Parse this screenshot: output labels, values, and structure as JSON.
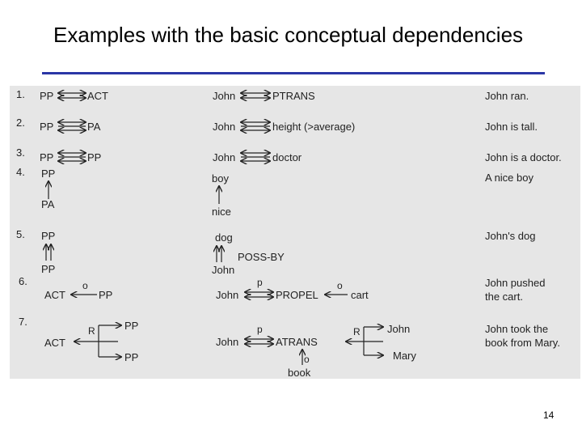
{
  "slide": {
    "title": "Examples with the basic conceptual dependencies",
    "page_number": "14"
  },
  "rows": {
    "r1": {
      "num": "1.",
      "left_a": "PP",
      "left_b": "ACT",
      "mid_a": "John",
      "mid_b": "PTRANS",
      "gloss": "John ran."
    },
    "r2": {
      "num": "2.",
      "left_a": "PP",
      "left_b": "PA",
      "mid_a": "John",
      "mid_b": "height (>average)",
      "gloss": "John is tall."
    },
    "r3": {
      "num": "3.",
      "left_a": "PP",
      "left_b": "PP",
      "mid_a": "John",
      "mid_b": "doctor",
      "gloss": "John is a doctor."
    },
    "r4": {
      "num": "4.",
      "left_top": "PP",
      "left_bottom": "PA",
      "mid_top": "boy",
      "mid_bottom": "nice",
      "gloss": "A nice boy"
    },
    "r5": {
      "num": "5.",
      "left_top": "PP",
      "left_bottom": "PP",
      "mid_top": "dog",
      "mid_label": "POSS-BY",
      "mid_bottom": "John",
      "gloss": "John's dog"
    },
    "r6": {
      "num": "6.",
      "left_act": "ACT",
      "left_o": "o",
      "left_pp": "PP",
      "mid_john": "John",
      "mid_p": "p",
      "mid_act": "PROPEL",
      "mid_o": "o",
      "mid_obj": "cart",
      "gloss_1": "John pushed",
      "gloss_2": "the cart."
    },
    "r7": {
      "num": "7.",
      "left_act": "ACT",
      "left_r": "R",
      "left_pp1": "PP",
      "left_pp2": "PP",
      "mid_john": "John",
      "mid_p": "p",
      "mid_act": "ATRANS",
      "mid_o": "o",
      "mid_obj": "book",
      "mid_r": "R",
      "mid_to": "John",
      "mid_from": "Mary",
      "gloss_1": "John took the",
      "gloss_2": "book from Mary."
    }
  }
}
